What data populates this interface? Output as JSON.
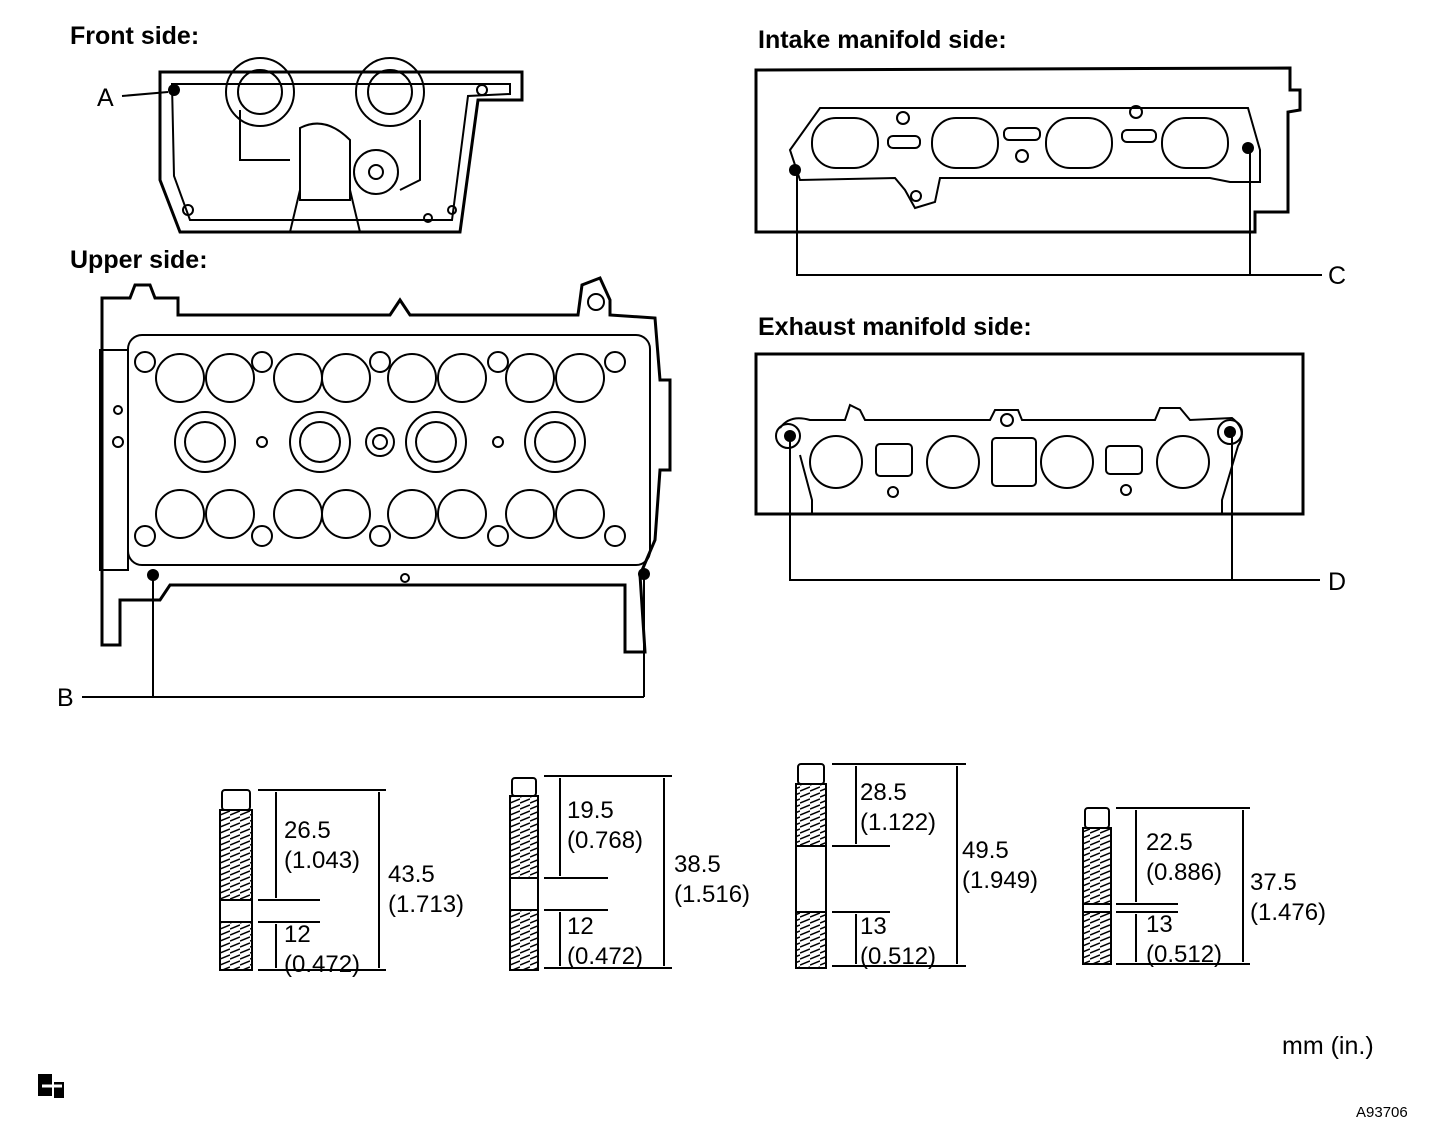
{
  "headings": {
    "front": "Front side:",
    "upper": "Upper side:",
    "intake": "Intake manifold side:",
    "exhaust": "Exhaust manifold side:"
  },
  "callouts": {
    "a": "A",
    "b": "B",
    "c": "C",
    "d": "D"
  },
  "studs": [
    {
      "upper": "26.5",
      "upper_in": "(1.043)",
      "lower": "12",
      "lower_in": "(0.472)",
      "total": "43.5",
      "total_in": "(1.713)"
    },
    {
      "upper": "19.5",
      "upper_in": "(0.768)",
      "lower": "12",
      "lower_in": "(0.472)",
      "total": "38.5",
      "total_in": "(1.516)"
    },
    {
      "upper": "28.5",
      "upper_in": "(1.122)",
      "lower": "13",
      "lower_in": "(0.512)",
      "total": "49.5",
      "total_in": "(1.949)"
    },
    {
      "upper": "22.5",
      "upper_in": "(0.886)",
      "lower": "13",
      "lower_in": "(0.512)",
      "total": "37.5",
      "total_in": "(1.476)"
    }
  ],
  "units": "mm (in.)",
  "figure_code": "A93706"
}
